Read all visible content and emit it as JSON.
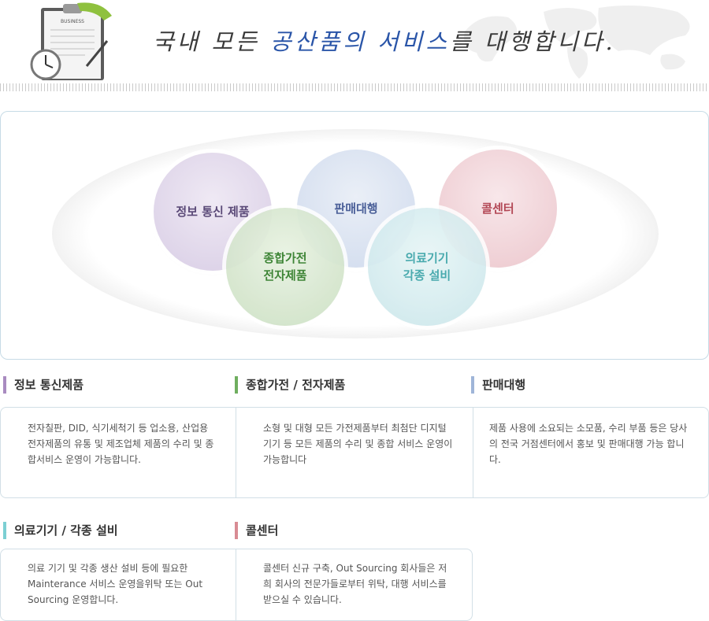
{
  "header": {
    "headline_pre": "국내 모든 ",
    "headline_highlight": "공산품의 서비스",
    "headline_post": "를 대행합니다.",
    "clipboard_label": "BUSINESS",
    "colors": {
      "highlight": "#2a55a8",
      "text": "#3a3a3a"
    }
  },
  "diagram": {
    "circles": [
      {
        "lines": [
          "정보 통신 제품"
        ],
        "color": "#5b4a78"
      },
      {
        "lines": [
          "종합가전",
          "전자제품"
        ],
        "color": "#2e7b26"
      },
      {
        "lines": [
          "판매대행"
        ],
        "color": "#4a5f98"
      },
      {
        "lines": [
          "의료기기",
          "각종 설비"
        ],
        "color": "#3aa3a8"
      },
      {
        "lines": [
          "콜센터"
        ],
        "color": "#b34856"
      }
    ]
  },
  "sections": {
    "row1": [
      {
        "title": "정보 통신제품",
        "accent": "#a98bc0",
        "text": "전자칠판, DID, 식기세척기 등 업소용, 산업용 전자제품의 유통 및 제조업체 제품의 수리 및 종합서비스 운영이 가능합니다."
      },
      {
        "title": "종합가전 / 전자제품",
        "accent": "#6fae5f",
        "text": "소형 및 대형 모든 가전제품부터 최첨단 디지털 기기 등 모든 제품의 수리 및 종합 서비스 운영이 가능합니다"
      },
      {
        "title": "판매대행",
        "accent": "#9fb5d8",
        "text": "제품 사용에 소요되는 소모품, 수리 부품 등은 당사의 전국 거점센터에서 홍보 및 판매대행 가능 합니다."
      }
    ],
    "row2": [
      {
        "title": "의료기기 / 각종 설비",
        "accent": "#7ccfd3",
        "text": "의료 기기 및 각종 생산 설비 등에 필요한 Mainterance 서비스 운영을위탁 또는 Out Sourcing 운영합니다."
      },
      {
        "title": "콜센터",
        "accent": "#d88b93",
        "text": "콜센터 신규 구축, Out Sourcing 회사들은 저희 회사의 전문가들로부터 위탁, 대행 서비스를 받으실 수 있습니다."
      }
    ]
  }
}
